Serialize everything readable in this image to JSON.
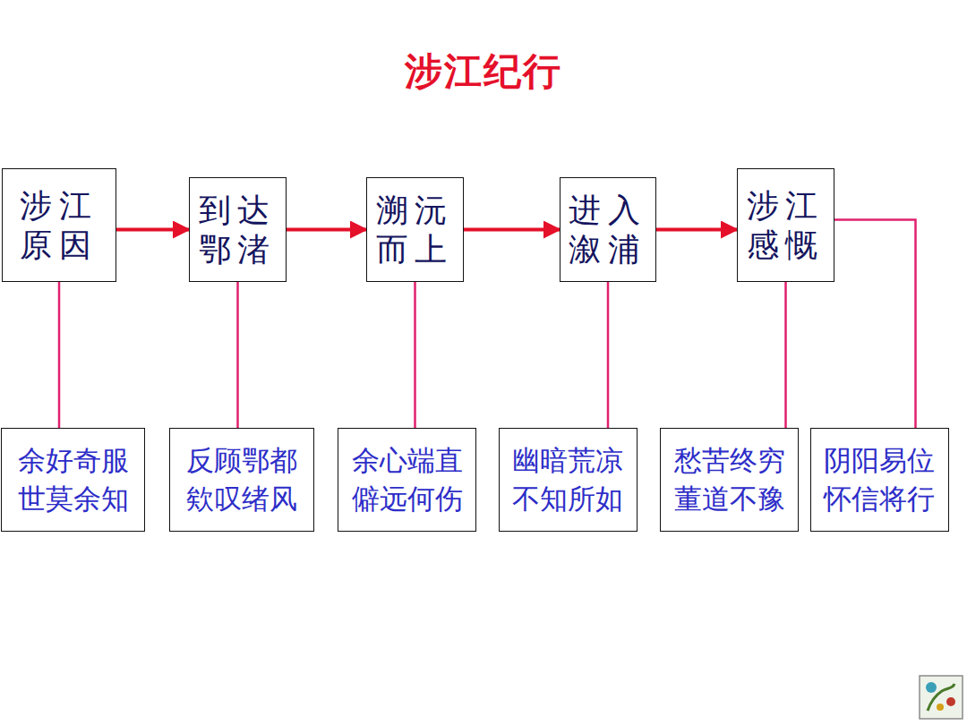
{
  "diagram": {
    "title": "涉江纪行",
    "nodes": [
      {
        "text": [
          "涉江 原因"
        ]
      },
      {
        "text": [
          "到达 鄂渚"
        ]
      },
      {
        "text": [
          "溯沅 而上"
        ]
      },
      {
        "text": [
          "进入 溆浦"
        ]
      },
      {
        "text": [
          "涉江 感慨"
        ]
      },
      {
        "text": [
          "余好奇服 世莫余知"
        ]
      },
      {
        "text": [
          "反顾鄂都 欸叹绪风"
        ]
      },
      {
        "text": [
          "余心端直 僻远何伤"
        ]
      },
      {
        "text": [
          "幽暗荒凉 不知所如"
        ]
      },
      {
        "text": [
          "愁苦终穷 董道不豫"
        ]
      },
      {
        "text": [
          "阴阳易位 怀信将行"
        ]
      }
    ],
    "edges": [
      {
        "from": 0,
        "to": 1,
        "arrow": "to"
      },
      {
        "from": 1,
        "to": 2,
        "arrow": "to"
      },
      {
        "from": 2,
        "to": 3,
        "arrow": "to"
      },
      {
        "from": 3,
        "to": 4,
        "arrow": "to"
      },
      {
        "from": 0,
        "to": 5,
        "arrow": "none"
      },
      {
        "from": 1,
        "to": 6,
        "arrow": "none"
      },
      {
        "from": 2,
        "to": 7,
        "arrow": "none"
      },
      {
        "from": 3,
        "to": 8,
        "arrow": "none"
      },
      {
        "from": 4,
        "to": 9,
        "arrow": "none"
      },
      {
        "from": 4,
        "to": 10,
        "arrow": "none"
      }
    ]
  }
}
